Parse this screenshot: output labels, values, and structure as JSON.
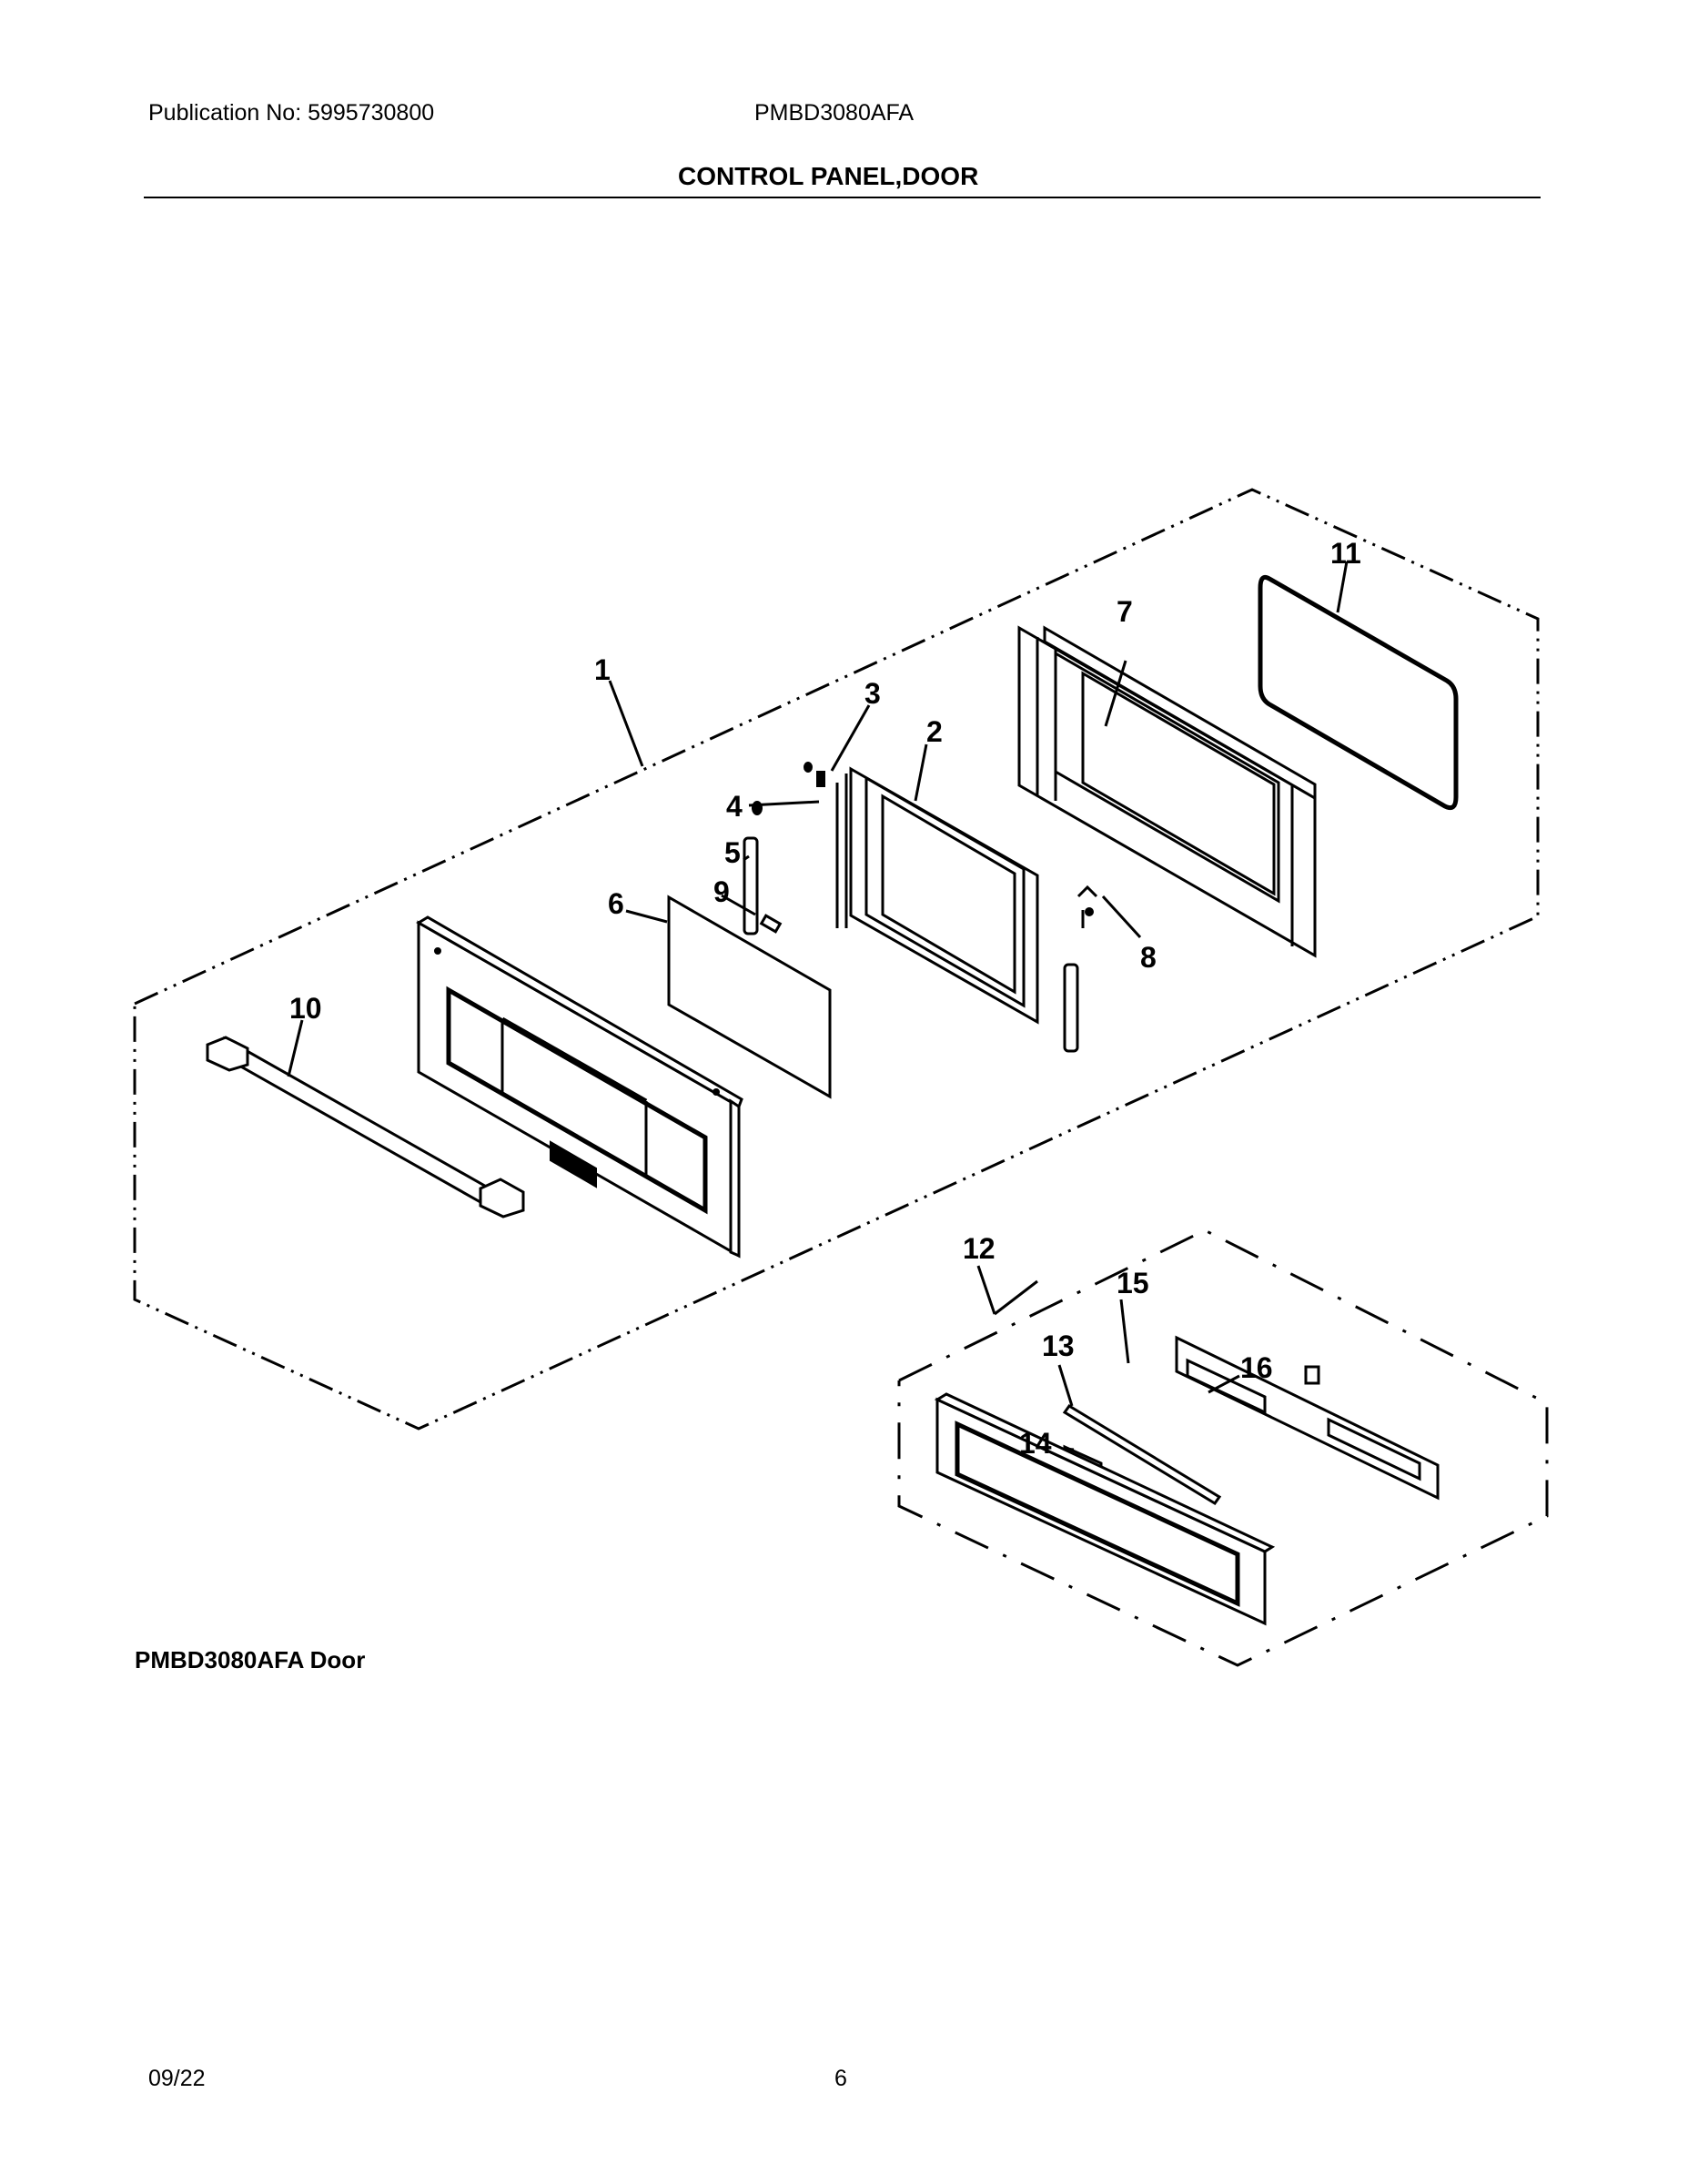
{
  "header": {
    "publication_label": "Publication No: 5995730800",
    "model": "PMBD3080AFA",
    "section_title": "CONTROL PANEL,DOOR"
  },
  "diagram": {
    "caption": "PMBD3080AFA Door",
    "callouts": [
      {
        "id": "1",
        "label": "1"
      },
      {
        "id": "2",
        "label": "2"
      },
      {
        "id": "3",
        "label": "3"
      },
      {
        "id": "4",
        "label": "4"
      },
      {
        "id": "5",
        "label": "5"
      },
      {
        "id": "6",
        "label": "6"
      },
      {
        "id": "7",
        "label": "7"
      },
      {
        "id": "8",
        "label": "8"
      },
      {
        "id": "9",
        "label": "9"
      },
      {
        "id": "10",
        "label": "10"
      },
      {
        "id": "11",
        "label": "11"
      },
      {
        "id": "12",
        "label": "12"
      },
      {
        "id": "13",
        "label": "13"
      },
      {
        "id": "14",
        "label": "14"
      },
      {
        "id": "15",
        "label": "15"
      },
      {
        "id": "16",
        "label": "16"
      }
    ]
  },
  "footer": {
    "date": "09/22",
    "page_number": "6"
  }
}
